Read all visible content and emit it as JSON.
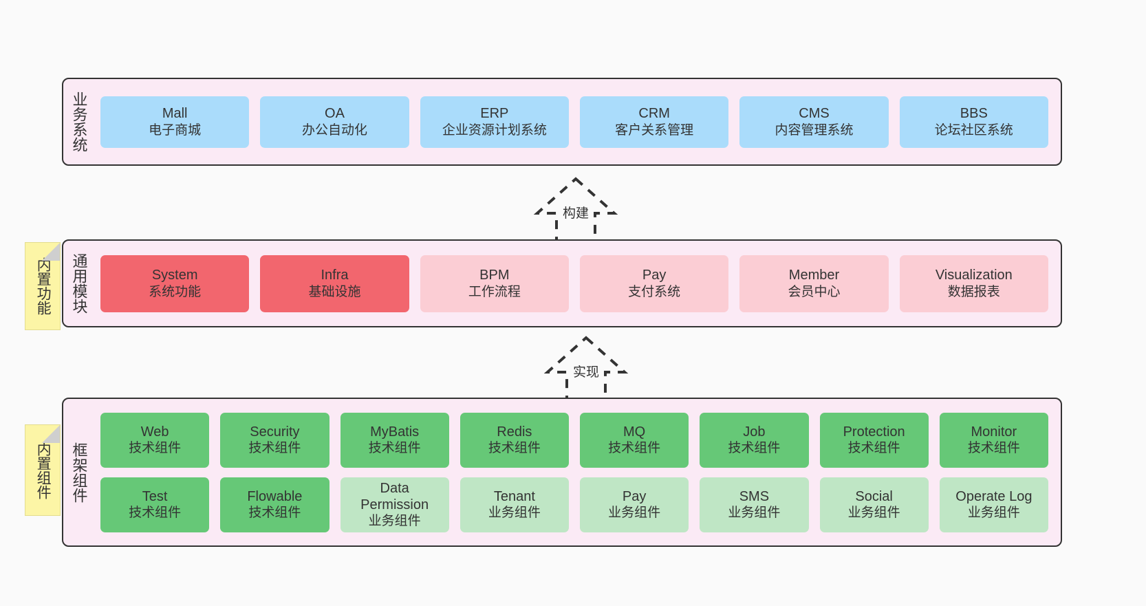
{
  "layers": [
    {
      "id": "business",
      "title": "业务系统",
      "cards": [
        {
          "name": "Mall",
          "desc": "电子商城"
        },
        {
          "name": "OA",
          "desc": "办公自动化"
        },
        {
          "name": "ERP",
          "desc": "企业资源计划系统"
        },
        {
          "name": "CRM",
          "desc": "客户关系管理"
        },
        {
          "name": "CMS",
          "desc": "内容管理系统"
        },
        {
          "name": "BBS",
          "desc": "论坛社区系统"
        }
      ]
    },
    {
      "id": "common",
      "title": "通用模块",
      "sticky": "内置功能",
      "cards": [
        {
          "name": "System",
          "desc": "系统功能"
        },
        {
          "name": "Infra",
          "desc": "基础设施"
        },
        {
          "name": "BPM",
          "desc": "工作流程"
        },
        {
          "name": "Pay",
          "desc": "支付系统"
        },
        {
          "name": "Member",
          "desc": "会员中心"
        },
        {
          "name": "Visualization",
          "desc": "数据报表"
        }
      ]
    },
    {
      "id": "framework",
      "title": "框架组件",
      "sticky": "内置组件",
      "row1": [
        {
          "name": "Web",
          "desc": "技术组件"
        },
        {
          "name": "Security",
          "desc": "技术组件"
        },
        {
          "name": "MyBatis",
          "desc": "技术组件"
        },
        {
          "name": "Redis",
          "desc": "技术组件"
        },
        {
          "name": "MQ",
          "desc": "技术组件"
        },
        {
          "name": "Job",
          "desc": "技术组件"
        },
        {
          "name": "Protection",
          "desc": "技术组件"
        },
        {
          "name": "Monitor",
          "desc": "技术组件"
        }
      ],
      "row2": [
        {
          "name": "Test",
          "desc": "技术组件"
        },
        {
          "name": "Flowable",
          "desc": "技术组件"
        },
        {
          "name": "Data Permission",
          "desc": "业务组件"
        },
        {
          "name": "Tenant",
          "desc": "业务组件"
        },
        {
          "name": "Pay",
          "desc": "业务组件"
        },
        {
          "name": "SMS",
          "desc": "业务组件"
        },
        {
          "name": "Social",
          "desc": "业务组件"
        },
        {
          "name": "Operate Log",
          "desc": "业务组件"
        }
      ]
    }
  ],
  "arrows": [
    {
      "id": "build",
      "label": "构建"
    },
    {
      "id": "impl",
      "label": "实现"
    }
  ],
  "colors": {
    "panel_bg": "#fbeaf5",
    "panel_border": "#333333",
    "business_card": "#aadcfb",
    "common_card_active": "#f2666e",
    "common_card": "#fbcdd4",
    "framework_tech_card": "#66c877",
    "framework_biz_card": "#bfe6c5",
    "sticky_note": "#fcf5a6",
    "page_bg": "#fafafa"
  }
}
